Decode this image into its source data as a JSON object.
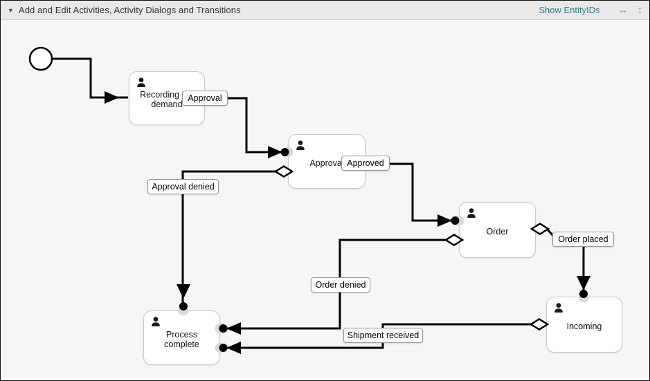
{
  "header": {
    "collapse_icon": "▼",
    "title": "Add and Edit Activities, Activity Dialogs and Transitions",
    "show_entity_ids_label": "Show EntityIDs",
    "extend_width_icon": "↔",
    "extend_height_icon": "↕",
    "link_color": "#35758f"
  },
  "canvas": {
    "background": "#f6f6f6",
    "line_color": "#000000",
    "activities": [
      {
        "label": "Recording the demand"
      },
      {
        "label": "Approval"
      },
      {
        "label": "Order"
      },
      {
        "label": "Incoming"
      },
      {
        "label": "Process complete"
      }
    ],
    "transitions": [
      {
        "label": "Approval"
      },
      {
        "label": "Approved"
      },
      {
        "label": "Approval denied"
      },
      {
        "label": "Order placed"
      },
      {
        "label": "Order denied"
      },
      {
        "label": "Shipment received"
      }
    ]
  }
}
